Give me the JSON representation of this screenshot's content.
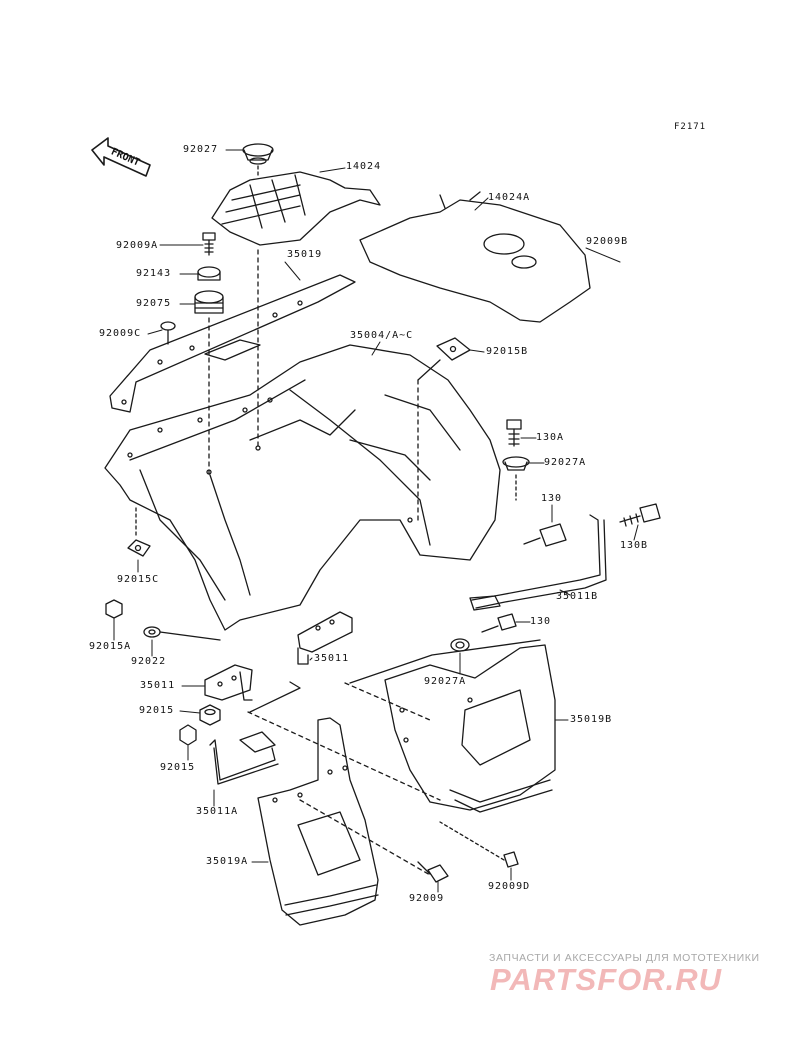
{
  "figure_code": "F2171",
  "front_arrow_text": "FRONT",
  "watermark": {
    "tagline": "ЗАПЧАСТИ И АКСЕССУАРЫ ДЛЯ МОТОТЕХНИКИ",
    "logo": "PARTSFOR.RU"
  },
  "part_labels": [
    {
      "id": "92027",
      "text": "92027"
    },
    {
      "id": "14024",
      "text": "14024"
    },
    {
      "id": "14024A",
      "text": "14024A"
    },
    {
      "id": "92009A",
      "text": "92009A"
    },
    {
      "id": "35019",
      "text": "35019"
    },
    {
      "id": "92009B",
      "text": "92009B"
    },
    {
      "id": "92143",
      "text": "92143"
    },
    {
      "id": "92075",
      "text": "92075"
    },
    {
      "id": "92009C",
      "text": "92009C"
    },
    {
      "id": "35004",
      "text": "35004/A~C"
    },
    {
      "id": "92015B",
      "text": "92015B"
    },
    {
      "id": "130A",
      "text": "130A"
    },
    {
      "id": "92027A-upper",
      "text": "92027A"
    },
    {
      "id": "130",
      "text": "130"
    },
    {
      "id": "130B",
      "text": "130B"
    },
    {
      "id": "92015C",
      "text": "92015C"
    },
    {
      "id": "35011B",
      "text": "35011B"
    },
    {
      "id": "92015A",
      "text": "92015A"
    },
    {
      "id": "130-lower",
      "text": "130"
    },
    {
      "id": "92022",
      "text": "92022"
    },
    {
      "id": "35011",
      "text": "35011"
    },
    {
      "id": "92027A-lower",
      "text": "92027A"
    },
    {
      "id": "35011-left",
      "text": "35011"
    },
    {
      "id": "35019B",
      "text": "35019B"
    },
    {
      "id": "92015-a",
      "text": "92015"
    },
    {
      "id": "92015-b",
      "text": "92015"
    },
    {
      "id": "35011A",
      "text": "35011A"
    },
    {
      "id": "35019A",
      "text": "35019A"
    },
    {
      "id": "92009D",
      "text": "92009D"
    },
    {
      "id": "92009",
      "text": "92009"
    }
  ]
}
